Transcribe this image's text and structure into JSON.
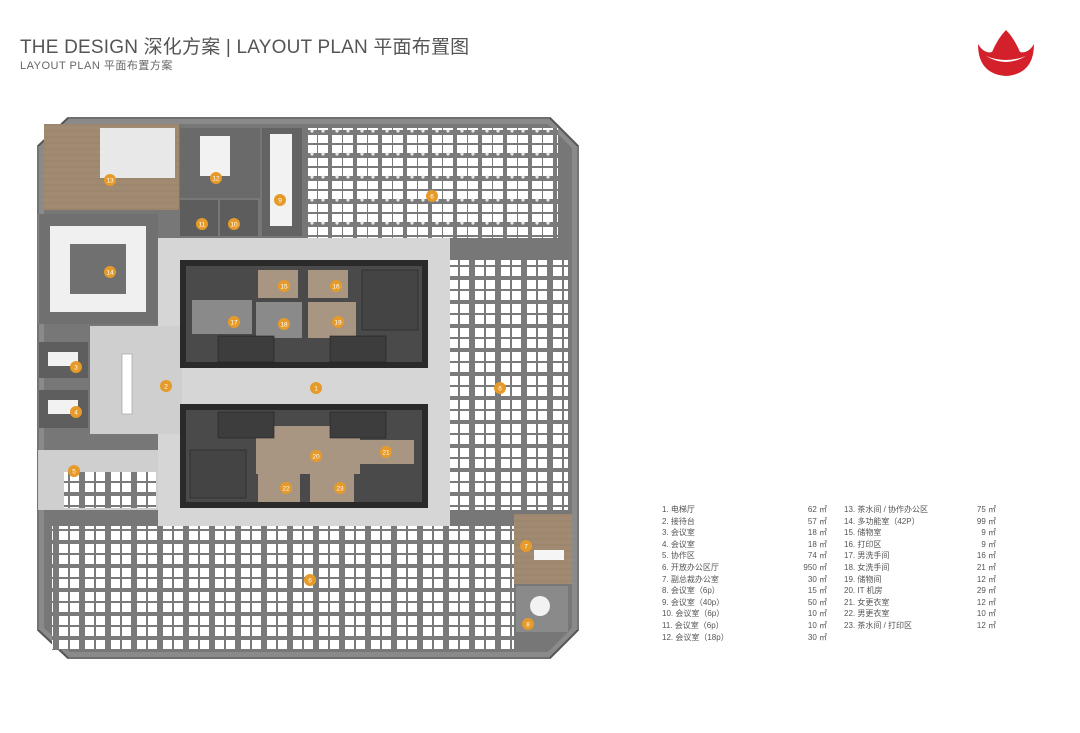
{
  "header": {
    "title": "THE DESIGN 深化方案 | LAYOUT PLAN 平面布置图",
    "subtitle": "LAYOUT PLAN 平面布置方案"
  },
  "colors": {
    "logo": "#d4202a",
    "marker": "#e59a2a",
    "core": "#4a4a4a",
    "corridor": "#d6d6d6",
    "floor_wood": "#9a8570",
    "floor_dark": "#6b6b6b",
    "desk": "#ffffff"
  },
  "markers": [
    "1",
    "2",
    "3",
    "4",
    "5",
    "6",
    "6",
    "6",
    "7",
    "8",
    "9",
    "10",
    "11",
    "12",
    "13",
    "14",
    "15",
    "16",
    "17",
    "18",
    "19",
    "20",
    "21",
    "22",
    "23"
  ],
  "legend": {
    "left": [
      {
        "name": "1. 电梯厅",
        "area": "62 ㎡"
      },
      {
        "name": "2. 接待台",
        "area": "57 ㎡"
      },
      {
        "name": "3. 会议室",
        "area": "18 ㎡"
      },
      {
        "name": "4. 会议室",
        "area": "18 ㎡"
      },
      {
        "name": "5. 协作区",
        "area": "74 ㎡"
      },
      {
        "name": "6. 开放办公区厅",
        "area": "950 ㎡"
      },
      {
        "name": "7. 副总裁办公室",
        "area": "30 ㎡"
      },
      {
        "name": "8. 会议室（6p）",
        "area": "15 ㎡"
      },
      {
        "name": "9. 会议室（40p）",
        "area": "50 ㎡"
      },
      {
        "name": "10.   会议室（6p）",
        "area": "10 ㎡"
      },
      {
        "name": "11.   会议室（6p）",
        "area": "10 ㎡"
      },
      {
        "name": "12.   会议室（18p）",
        "area": "30 ㎡"
      }
    ],
    "right": [
      {
        "name": "13. 茶水间 / 协作办公区",
        "area": "75 ㎡"
      },
      {
        "name": "14. 多功能室（42P）",
        "area": "99 ㎡"
      },
      {
        "name": "15. 储物室",
        "area": "9 ㎡"
      },
      {
        "name": "16. 打印区",
        "area": "9 ㎡"
      },
      {
        "name": "17. 男洗手间",
        "area": "16 ㎡"
      },
      {
        "name": "18. 女洗手间",
        "area": "21 ㎡"
      },
      {
        "name": "19. 储物间",
        "area": "12 ㎡"
      },
      {
        "name": "20. IT 机房",
        "area": "29 ㎡"
      },
      {
        "name": "21. 女更衣室",
        "area": "12 ㎡"
      },
      {
        "name": "22. 男更衣室",
        "area": "10 ㎡"
      },
      {
        "name": "23. 茶水间 / 打印区",
        "area": "12 ㎡"
      }
    ]
  }
}
